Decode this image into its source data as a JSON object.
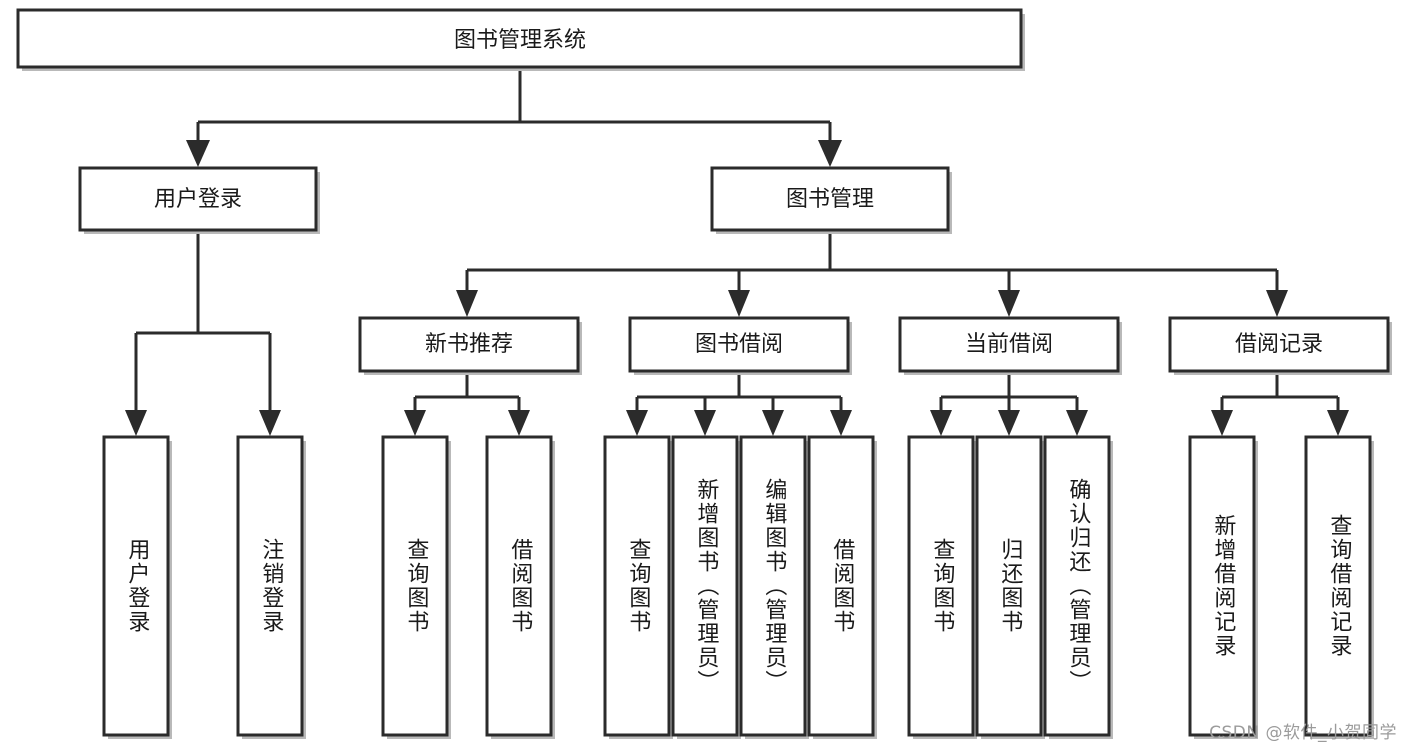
{
  "diagram": {
    "type": "tree",
    "title": "图书管理系统",
    "watermark": "CSDN @软件_小贺同学",
    "colors": {
      "box_fill": "#ffffff",
      "box_stroke": "#2b2b2b",
      "text": "#1a1a1a",
      "shadow": "#b9b9b9",
      "watermark": "#9b9b9b",
      "background": "#ffffff"
    },
    "root": {
      "label": "图书管理系统",
      "level": 0
    },
    "level1": [
      {
        "label": "用户登录"
      },
      {
        "label": "图书管理"
      }
    ],
    "level2": [
      {
        "label": "新书推荐"
      },
      {
        "label": "图书借阅"
      },
      {
        "label": "当前借阅"
      },
      {
        "label": "借阅记录"
      }
    ],
    "leaves": {
      "user_login": [
        {
          "label": "用户登录"
        },
        {
          "label": "注销登录"
        }
      ],
      "new_book_recommend": [
        {
          "label": "查询图书"
        },
        {
          "label": "借阅图书"
        }
      ],
      "book_borrow": [
        {
          "label": "查询图书"
        },
        {
          "label": "新增图书（管理员）"
        },
        {
          "label": "编辑图书（管理员）"
        },
        {
          "label": "借阅图书"
        }
      ],
      "current_borrow": [
        {
          "label": "查询图书"
        },
        {
          "label": "归还图书"
        },
        {
          "label": "确认归还（管理员）"
        }
      ],
      "borrow_record": [
        {
          "label": "新增借阅记录"
        },
        {
          "label": "查询借阅记录"
        }
      ]
    }
  }
}
